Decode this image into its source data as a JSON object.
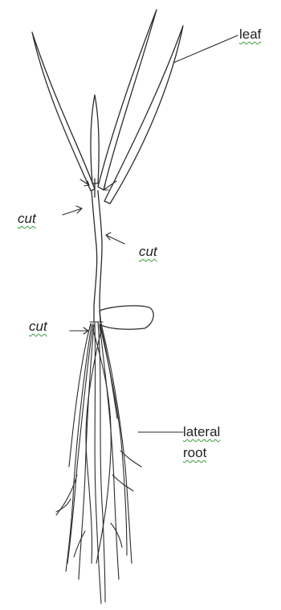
{
  "labels": {
    "leaf": "leaf",
    "cut_left": "cut",
    "cut_right": "cut",
    "cut_base": "cut",
    "lateral_root_line1": "lateral",
    "lateral_root_line2": "root"
  },
  "colors": {
    "stroke": "#2b2b2b",
    "spellcheck_underline": "#3a9a3a",
    "background": "#ffffff"
  },
  "parts": [
    "leaf",
    "stem",
    "seed",
    "primary-root",
    "lateral-root",
    "cut-arrow"
  ]
}
